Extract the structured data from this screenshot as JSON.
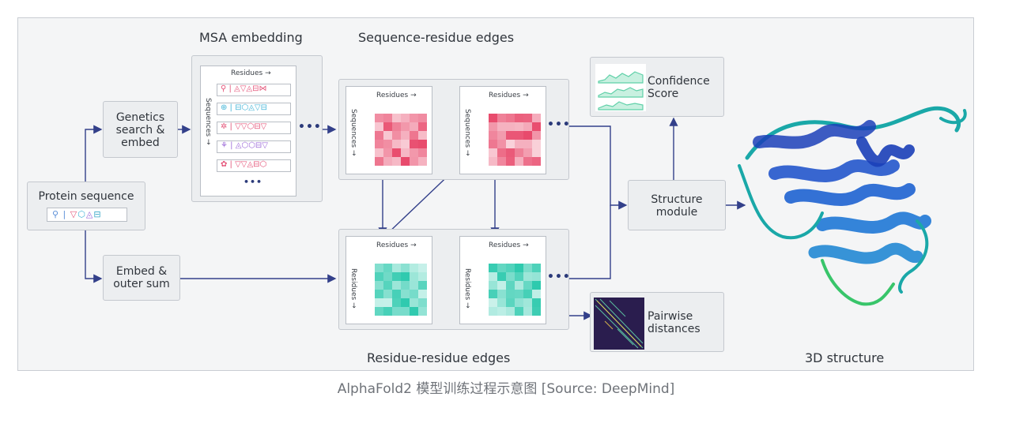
{
  "labels": {
    "protein_sequence": "Protein sequence",
    "genetics": "Genetics search & embed",
    "embed_outer": "Embed & outer sum",
    "msa_embedding": "MSA embedding",
    "seq_res_edges": "Sequence-residue edges",
    "res_res_edges": "Residue-residue edges",
    "confidence": "Confidence Score",
    "structure_module": "Structure module",
    "pairwise": "Pairwise distances",
    "structure_3d": "3D structure",
    "residues": "Residues →",
    "sequences": "Sequences →",
    "residues_vertical": "Residues →",
    "ellipsis": "•••"
  },
  "caption": "AlphaFold2 模型训练过程示意图 [Source: DeepMind]",
  "colors": {
    "arrow": "#33408a",
    "seq_heat": "#e8486a",
    "pair_heat": "#2cc9ad",
    "protein_blue": "#1a4fc4",
    "protein_teal": "#19b6a8"
  }
}
